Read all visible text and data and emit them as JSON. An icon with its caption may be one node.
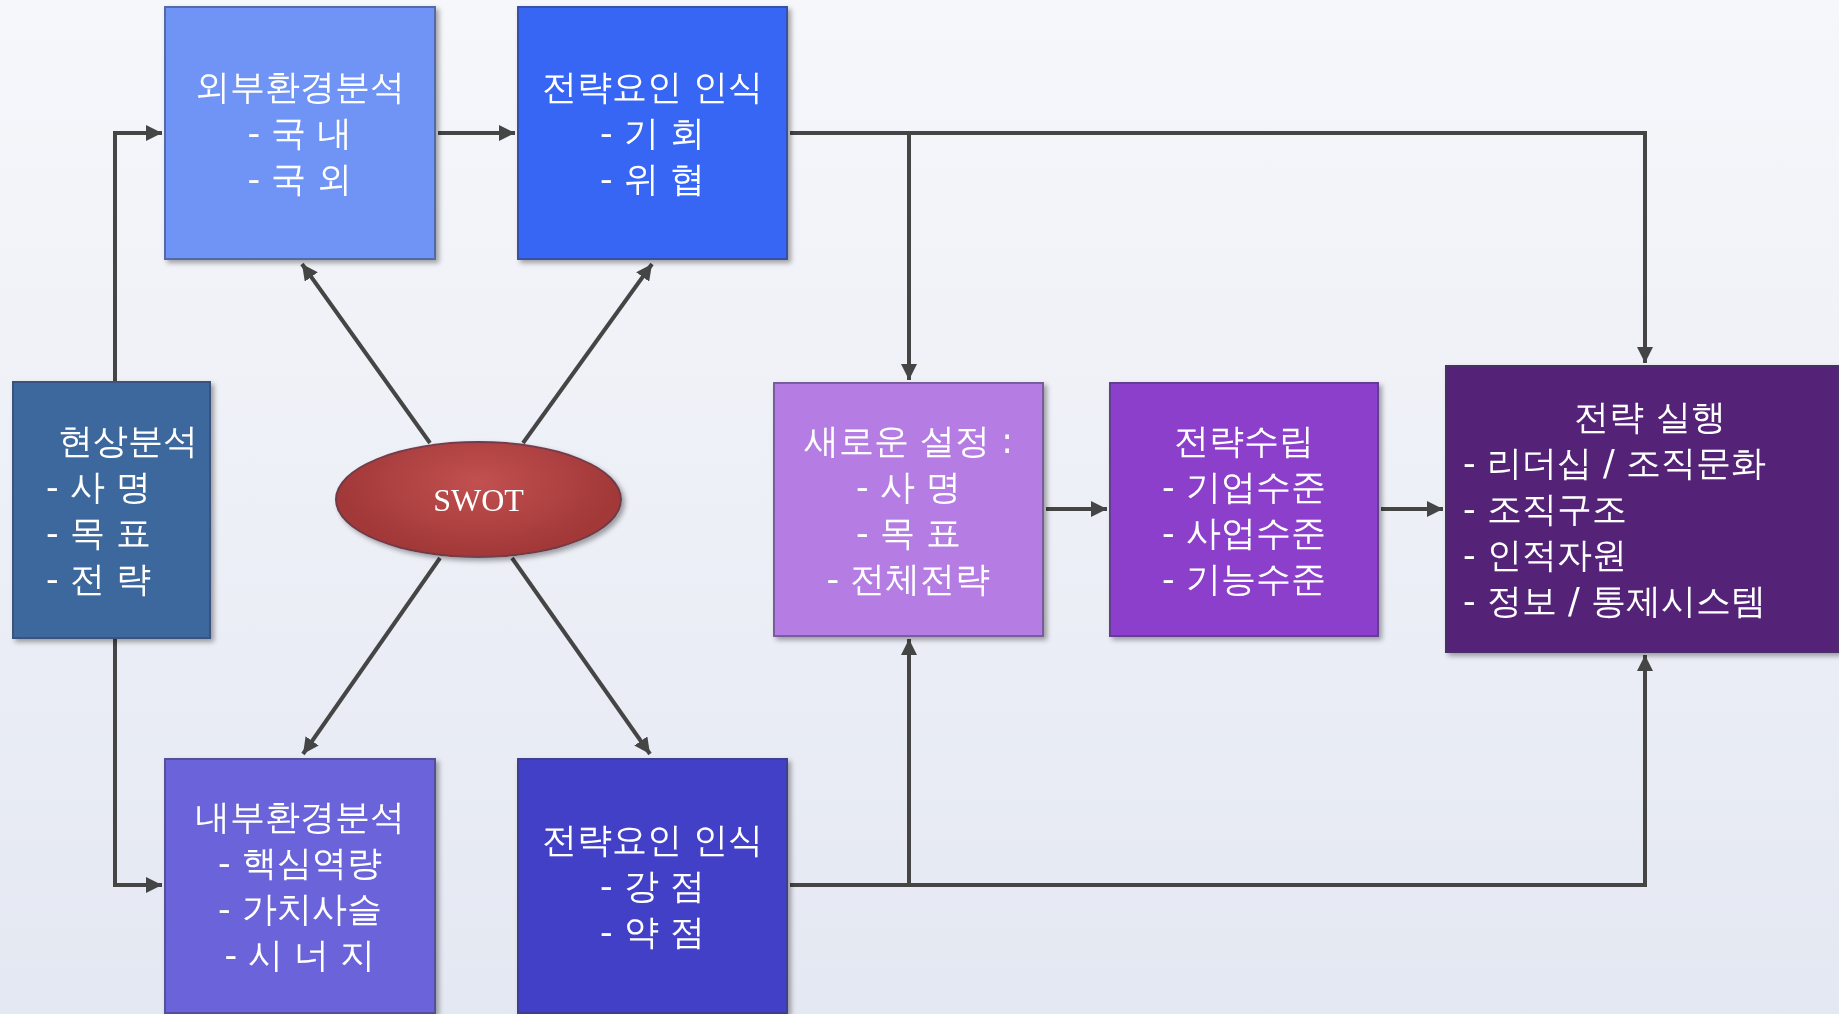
{
  "diagram": {
    "nodes": [
      {
        "text": [
          "현상분석",
          "- 사 명",
          "- 목 표",
          "- 전 략"
        ]
      },
      {
        "text": [
          "외부환경분석",
          "- 국 내",
          "- 국 외"
        ]
      },
      {
        "text": [
          "전략요인 인식",
          "- 기 회",
          "- 위 협"
        ]
      },
      {
        "text": [
          "SWOT"
        ]
      },
      {
        "text": [
          "새로운 설정 :",
          "- 사 명",
          "- 목 표",
          "- 전체전략"
        ]
      },
      {
        "text": [
          "전략수립",
          "- 기업수준",
          "- 사업수준",
          "- 기능수준"
        ]
      },
      {
        "text": [
          "전략 실행",
          "- 리더십 / 조직문화",
          "- 조직구조",
          "- 인적자원",
          "- 정보 / 통제시스템"
        ]
      },
      {
        "text": [
          "내부환경분석",
          "- 핵심역량",
          "- 가치사슬",
          "- 시 너 지"
        ]
      },
      {
        "text": [
          "전략요인 인식",
          "- 강 점",
          "- 약 점"
        ]
      }
    ],
    "edges": [
      {
        "from": 0,
        "to": 1,
        "arrow": "to"
      },
      {
        "from": 0,
        "to": 7,
        "arrow": "to"
      },
      {
        "from": 1,
        "to": 2,
        "arrow": "to"
      },
      {
        "from": 3,
        "to": 1,
        "arrow": "to"
      },
      {
        "from": 3,
        "to": 2,
        "arrow": "to"
      },
      {
        "from": 3,
        "to": 7,
        "arrow": "to"
      },
      {
        "from": 3,
        "to": 8,
        "arrow": "to"
      },
      {
        "from": 2,
        "to": 4,
        "arrow": "to"
      },
      {
        "from": 2,
        "to": 6,
        "arrow": "to"
      },
      {
        "from": 8,
        "to": 4,
        "arrow": "to"
      },
      {
        "from": 8,
        "to": 6,
        "arrow": "to"
      },
      {
        "from": 4,
        "to": 5,
        "arrow": "to"
      },
      {
        "from": 5,
        "to": 6,
        "arrow": "to"
      }
    ]
  }
}
